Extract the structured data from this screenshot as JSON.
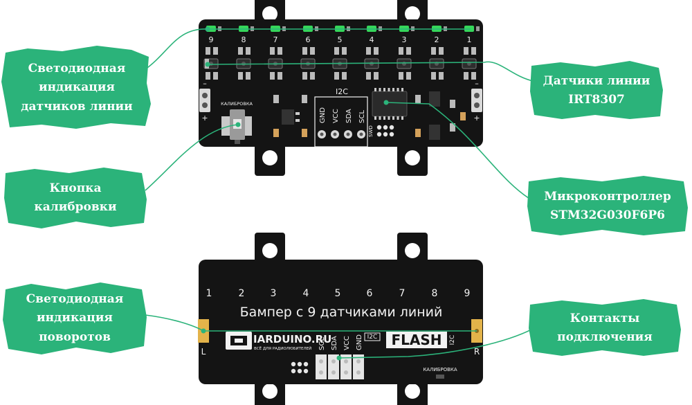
{
  "callouts": {
    "line_leds": "Светодиодная\nиндикация\nдатчиков линии",
    "line_sensors": "Датчики линии\nIRT8307",
    "calib_button": "Кнопка\nкалибровки",
    "mcu": "Микроконтроллер\nSTM32G030F6P6",
    "turn_leds": "Светодиодная\nиндикация\nповоротов",
    "contacts": "Контакты\nподключения"
  },
  "top_board": {
    "sensor_numbers": [
      "9",
      "8",
      "7",
      "6",
      "5",
      "4",
      "3",
      "2",
      "1"
    ],
    "calib_label": "КАЛИБРОВКА",
    "i2c_label": "I2C",
    "pins": [
      "GND",
      "VCC",
      "SDA",
      "SCL"
    ],
    "swd_label": "SWD",
    "minus": "–",
    "plus": "+"
  },
  "bottom_board": {
    "sensor_numbers": [
      "1",
      "2",
      "3",
      "4",
      "5",
      "6",
      "7",
      "8",
      "9"
    ],
    "title": "Бампер с 9 датчиками линий",
    "brand": "IARDUINO.RU",
    "brand_sub": "ВСЁ ДЛЯ РАДИОЛЮБИТЕЛЕЙ",
    "pins": [
      "SCL",
      "SDA",
      "VCC",
      "GND"
    ],
    "i2c_label": "I2C",
    "flash_label": "FLASH",
    "i2c_vertical": "I2C",
    "left_label": "L",
    "right_label": "R",
    "calib_label": "КАЛИБРОВКА"
  },
  "colors": {
    "board": "#141414",
    "green": "#2bb37a",
    "led_green": "#35d65a",
    "silk": "#f2f2f2",
    "pad": "#e3b34a"
  }
}
